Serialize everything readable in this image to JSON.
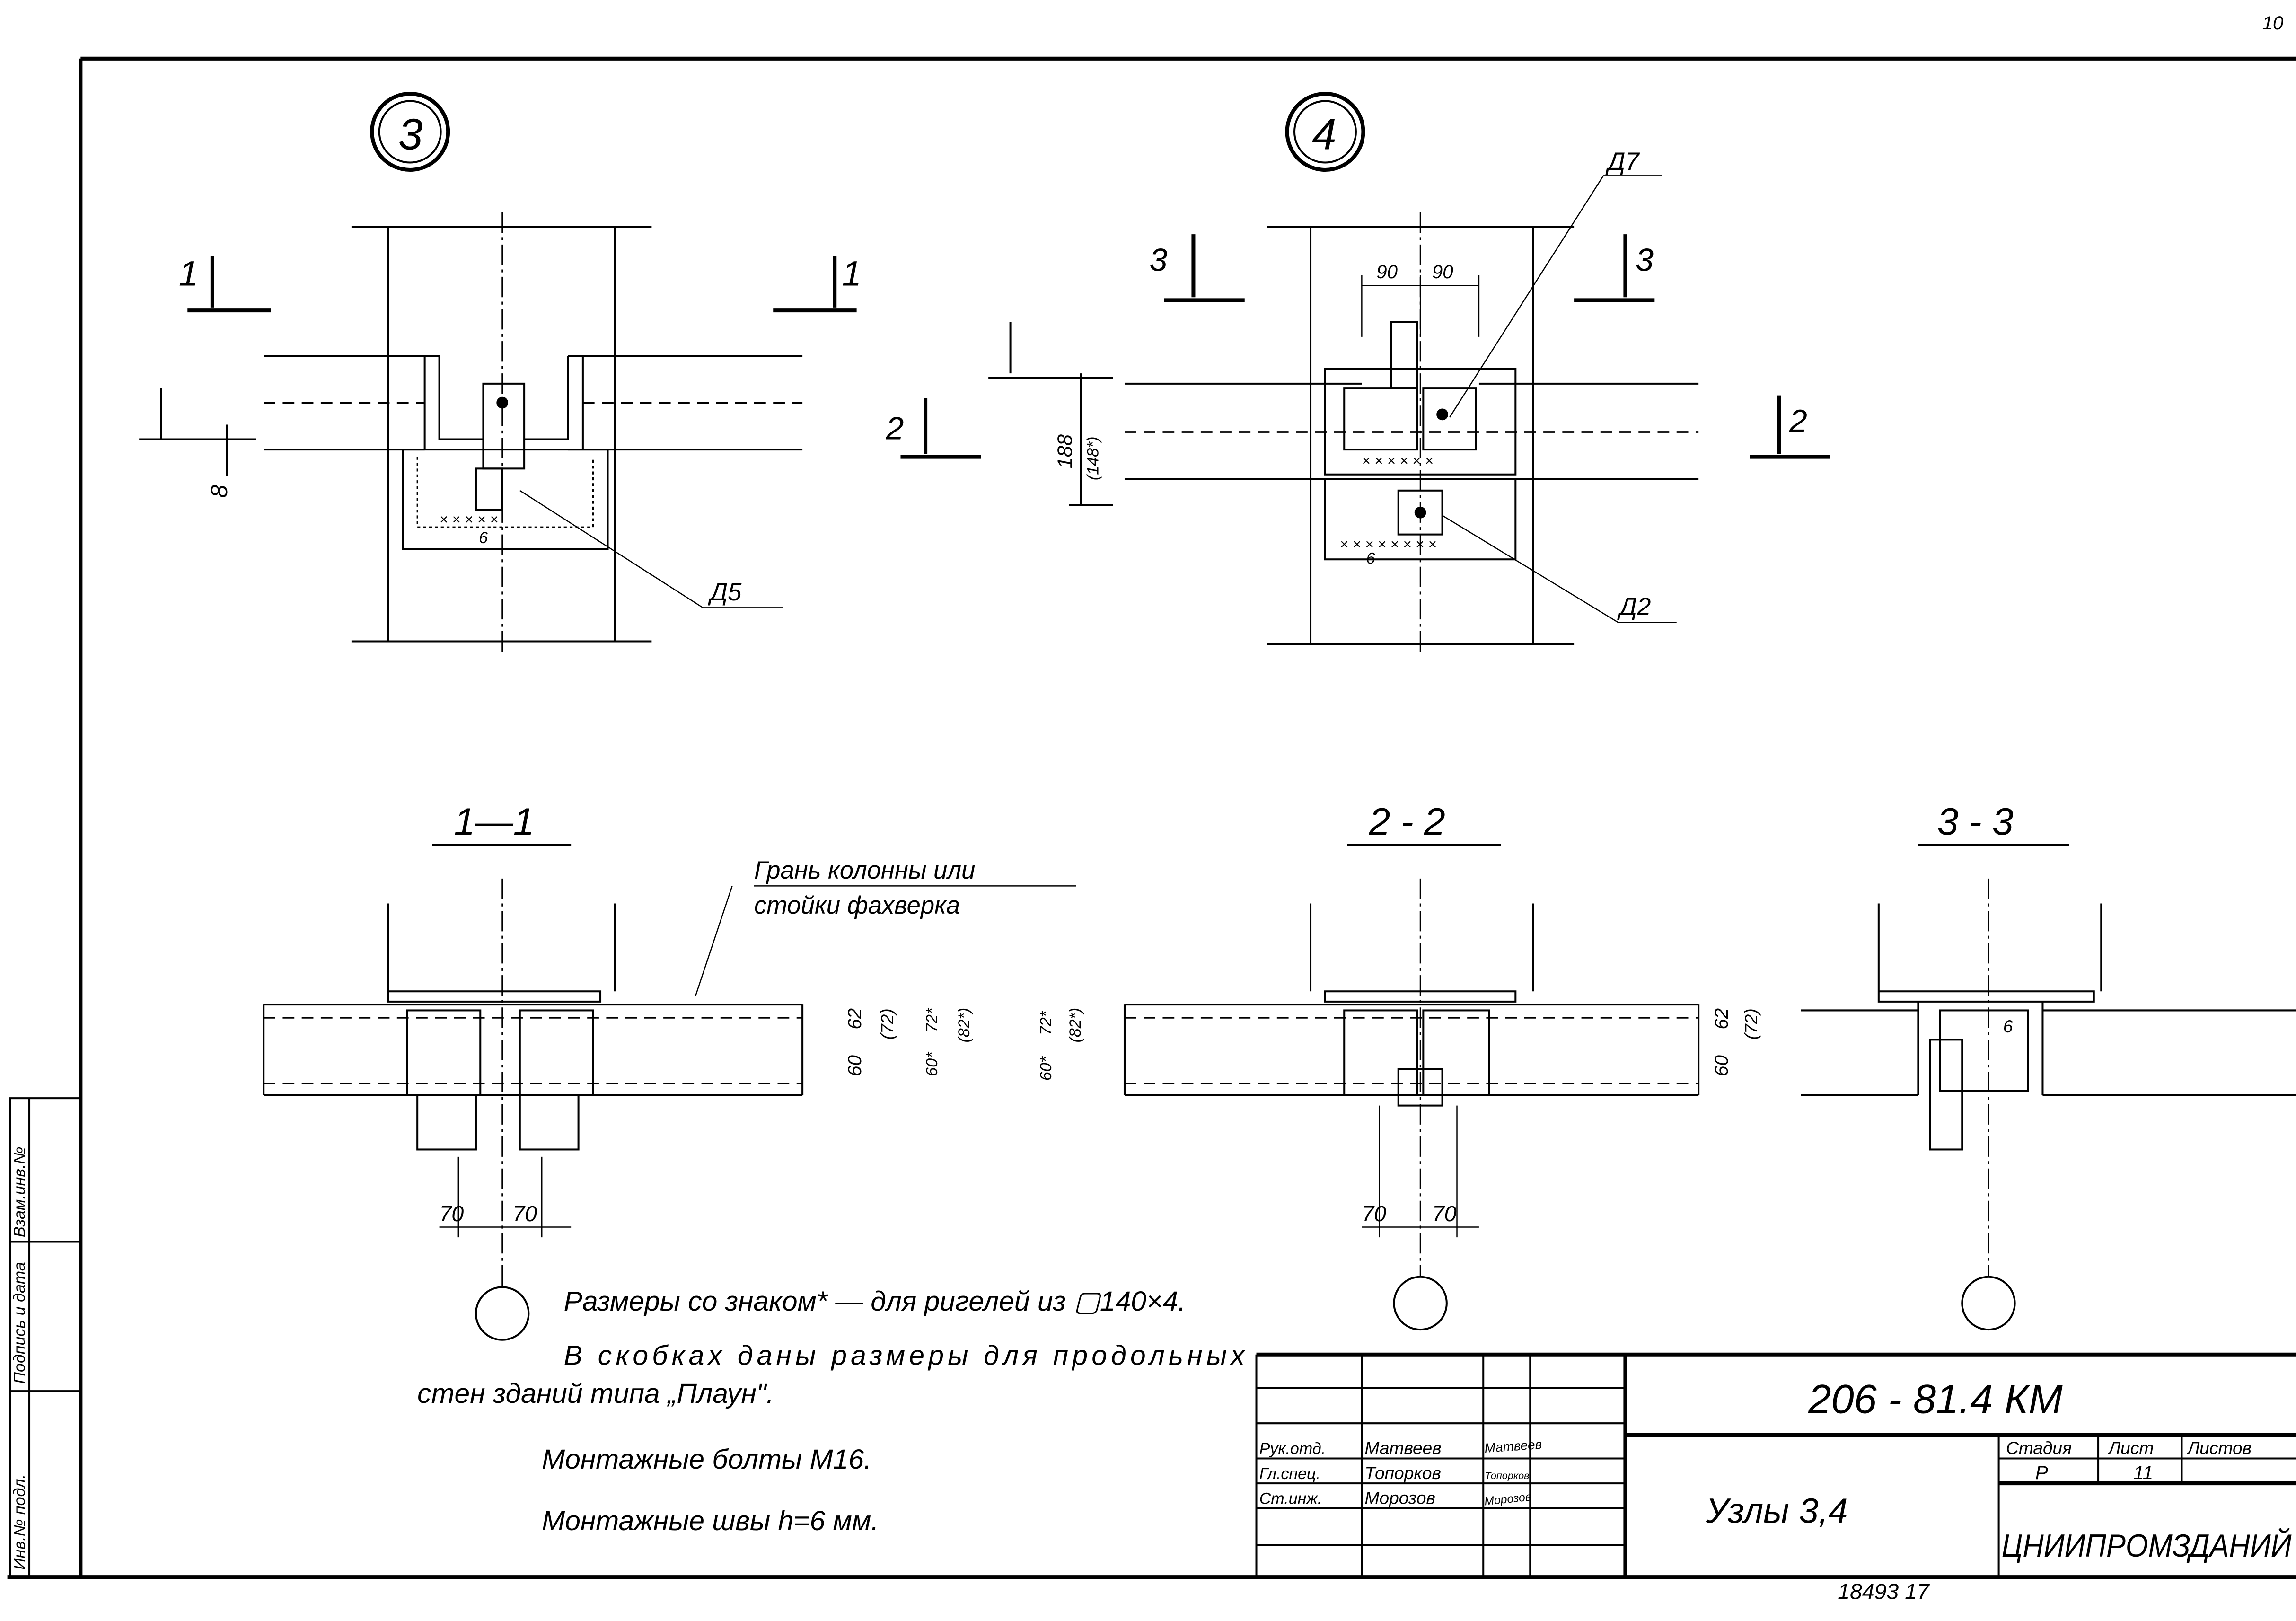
{
  "sheet_number": "10",
  "nodes": {
    "node3": {
      "label": "3",
      "section_mark": "1",
      "dim_gap": "8",
      "weld": "6",
      "part": "Д5"
    },
    "node4": {
      "label": "4",
      "section_mark_a": "3",
      "section_mark_b": "2",
      "dim_a": "90",
      "dim_b": "90",
      "dim_height": "188",
      "dim_height_alt": "(148*)",
      "weld": "6",
      "part_top": "Д7",
      "part_bottom": "Д2"
    }
  },
  "sections": {
    "s11": {
      "title": "1—1",
      "dims": [
        "60",
        "62",
        "(72)",
        "60*",
        "72*",
        "(82*)"
      ],
      "bolt_dims": [
        "70",
        "70"
      ]
    },
    "s22": {
      "title": "2 - 2",
      "dims": [
        "60*",
        "72*",
        "(82*)"
      ],
      "bolt_dims": [
        "70",
        "70"
      ]
    },
    "s33": {
      "title": "3 - 3",
      "dims": [
        "60",
        "62",
        "(72)"
      ],
      "weld": "6"
    }
  },
  "leader_note": {
    "line1": "Грань колонны или",
    "line2": "стойки фахверка"
  },
  "notes": [
    "Размеры со знаком* — для ригелей из ▢140×4.",
    "В скобках даны размеры для продольных",
    "стен зданий типа „Плаун\".",
    "Монтажные болты М16.",
    "Монтажные швы h=6 мм."
  ],
  "left_strip": [
    "Инв.№ подл.",
    "Подпись и дата",
    "Взам.инв.№"
  ],
  "title_block": {
    "doc_code": "206 - 81.4 КМ",
    "title": "Узлы 3,4",
    "signers": [
      {
        "role": "Рук.отд.",
        "name": "Матвеев",
        "signature": "Матвеев"
      },
      {
        "role": "Гл.спец.",
        "name": "Топорков",
        "signature": "Топорков"
      },
      {
        "role": "Ст.инж.",
        "name": "Морозов",
        "signature": "Морозов"
      }
    ],
    "stage_header": "Стадия",
    "sheet_header": "Лист",
    "sheets_header": "Листов",
    "stage": "Р",
    "sheet": "11",
    "sheets": "",
    "organization": "ЦНИИПРОМЗДАНИЙ"
  },
  "archive_number": "18493  17"
}
